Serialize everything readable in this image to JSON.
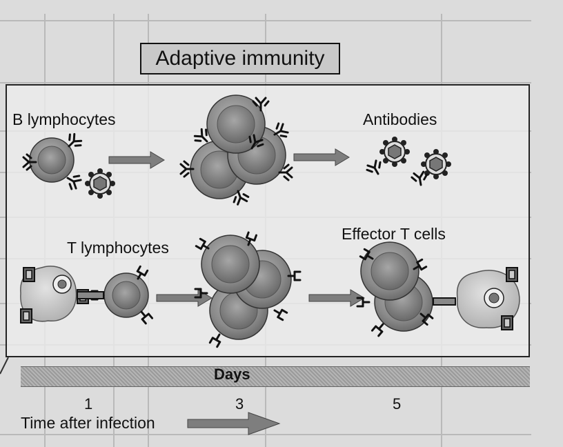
{
  "title": "Adaptive immunity",
  "labels": {
    "b_lymphocytes": "B lymphocytes",
    "antibodies": "Antibodies",
    "t_lymphocytes": "T lymphocytes",
    "effector_t_cells": "Effector T cells"
  },
  "timeline": {
    "axis_title": "Days",
    "ticks": [
      "1",
      "3",
      "5"
    ],
    "caption": "Time after infection"
  },
  "colors": {
    "cell": "#8d8d8d",
    "cell_nucleus": "#6f6f6f",
    "antigen_presenting_cell": "#c4c4c4",
    "arrow": "#808080"
  }
}
